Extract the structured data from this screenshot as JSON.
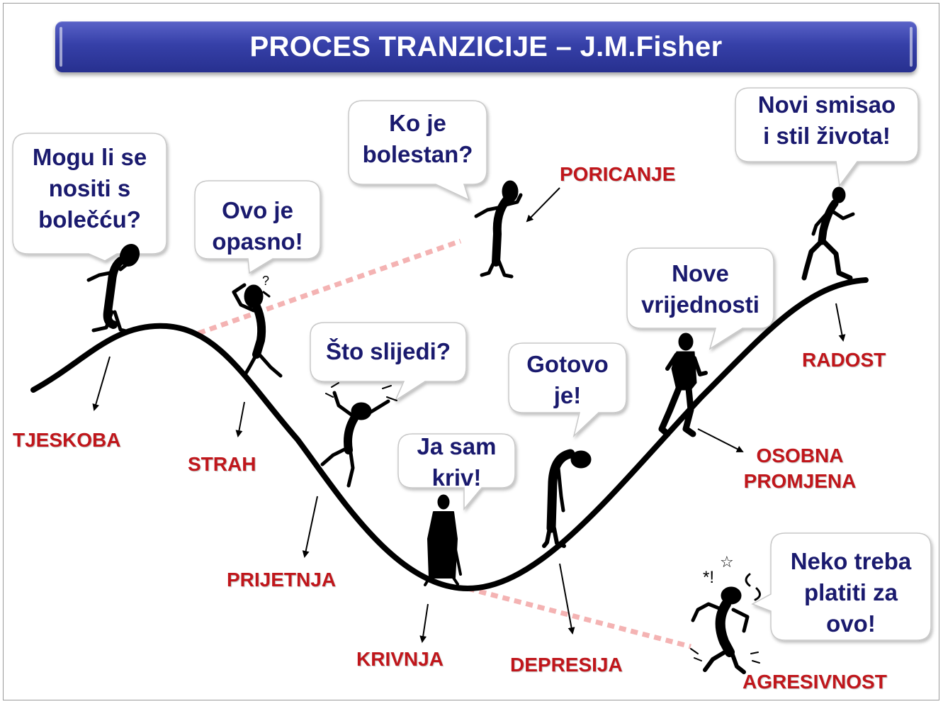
{
  "title": "PROCES TRANZICIJE – J.M.Fisher",
  "colors": {
    "title_bar": "#3640a8",
    "title_text": "#ffffff",
    "bubble_text": "#1a1a6e",
    "stage_label": "#c0161b",
    "curve": "#000000",
    "dashed_line": "#f4b3b3"
  },
  "thoughts": {
    "tjeskoba": "Mogu li se\nnositi s\nbolečću?",
    "strah": "Ovo je\nopasno!",
    "poricanje": "Ko je\nbolestan?",
    "prijetnja": "Što slijedi?",
    "krivnja": "Ja sam\nkriv!",
    "depresija": "Gotovo\nje!",
    "osobna_promjena": "Nove\nvrijednosti",
    "radost": "Novi smisao\ni stil života!",
    "agresivnost": "Neko treba\nplatiti za\novo!"
  },
  "stages": {
    "tjeskoba": "TJESKOBA",
    "strah": "STRAH",
    "poricanje": "PORICANJE",
    "prijetnja": "PRIJETNJA",
    "krivnja": "KRIVNJA",
    "depresija": "DEPRESIJA",
    "osobna_promjena": "OSOBNA\nPROMJENA",
    "radost": "RADOST",
    "agresivnost": "AGRESIVNOST"
  },
  "figure_icons": [
    "worried-figure-icon",
    "confused-figure-icon",
    "denial-figure-icon",
    "panicked-figure-icon",
    "guilty-figure-icon",
    "depressed-figure-icon",
    "walking-figure-icon",
    "running-figure-icon",
    "angry-figure-icon"
  ]
}
